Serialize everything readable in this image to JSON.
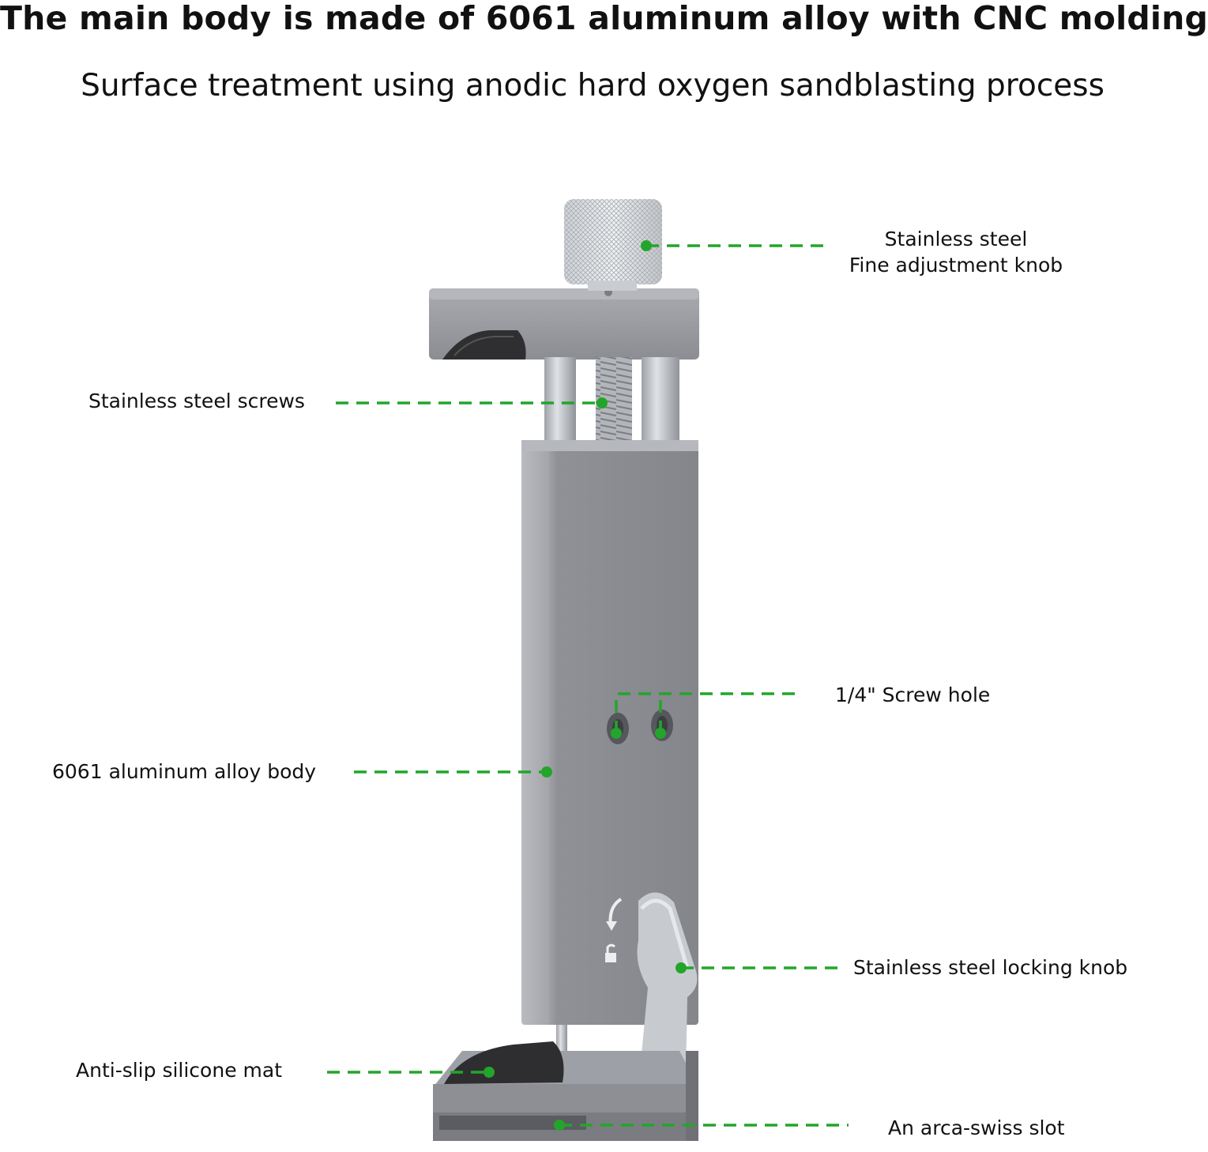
{
  "header": {
    "title": "The main body is made of 6061 aluminum alloy with CNC molding",
    "subtitle": "Surface treatment using anodic hard oxygen sandblasting process"
  },
  "callouts": {
    "knob_line1": "Stainless steel",
    "knob_line2": "Fine adjustment knob",
    "screws": "Stainless steel screws",
    "screw_hole": "1/4\" Screw hole",
    "body": "6061 aluminum alloy body",
    "locking_knob": "Stainless steel locking knob",
    "mat": "Anti-slip silicone mat",
    "slot": "An arca-swiss slot"
  },
  "colors": {
    "leader": "#22a52a",
    "aluminum": "#8e9096",
    "aluminum_light": "#b8bac0",
    "aluminum_dark": "#6e7076",
    "steel": "#dfe2e5",
    "mat": "#3a3a3a"
  }
}
